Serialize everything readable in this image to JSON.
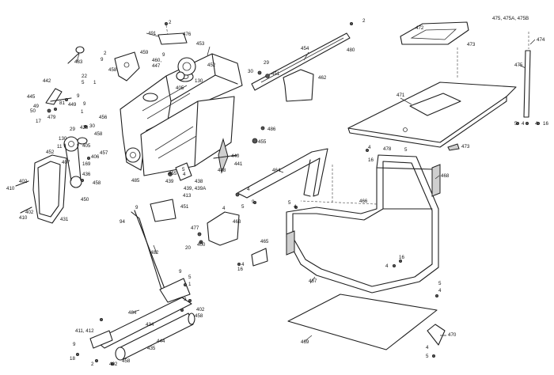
{
  "diagram": {
    "callouts": [
      {
        "id": "c1",
        "text": "2"
      },
      {
        "id": "c2",
        "text": "491"
      },
      {
        "id": "c3",
        "text": "476"
      },
      {
        "id": "c4",
        "text": "453"
      },
      {
        "id": "c5",
        "text": "2"
      },
      {
        "id": "c6",
        "text": "9"
      },
      {
        "id": "c7",
        "text": "459"
      },
      {
        "id": "c8",
        "text": "483"
      },
      {
        "id": "c9",
        "text": "9"
      },
      {
        "id": "c10",
        "text": "460,"
      },
      {
        "id": "c11",
        "text": "447"
      },
      {
        "id": "c12",
        "text": "458"
      },
      {
        "id": "c13",
        "text": "452"
      },
      {
        "id": "c14",
        "text": "130"
      },
      {
        "id": "c15",
        "text": "405"
      },
      {
        "id": "c16",
        "text": "22"
      },
      {
        "id": "c17",
        "text": "442"
      },
      {
        "id": "c18",
        "text": "5"
      },
      {
        "id": "c19",
        "text": "1"
      },
      {
        "id": "c20",
        "text": "445"
      },
      {
        "id": "c21",
        "text": "49"
      },
      {
        "id": "c22",
        "text": "9"
      },
      {
        "id": "c23",
        "text": "50"
      },
      {
        "id": "c24",
        "text": "81"
      },
      {
        "id": "c25",
        "text": "449"
      },
      {
        "id": "c26",
        "text": "9"
      },
      {
        "id": "c27",
        "text": "479"
      },
      {
        "id": "c28",
        "text": "1"
      },
      {
        "id": "c29",
        "text": "17"
      },
      {
        "id": "c30",
        "text": "456"
      },
      {
        "id": "c31",
        "text": "29"
      },
      {
        "id": "c32",
        "text": "30"
      },
      {
        "id": "c33",
        "text": "429"
      },
      {
        "id": "c34",
        "text": "458"
      },
      {
        "id": "c35",
        "text": "130"
      },
      {
        "id": "c36",
        "text": "11"
      },
      {
        "id": "c37",
        "text": "405"
      },
      {
        "id": "c38",
        "text": "452"
      },
      {
        "id": "c39",
        "text": "407"
      },
      {
        "id": "c40",
        "text": "457"
      },
      {
        "id": "c41",
        "text": "406"
      },
      {
        "id": "c42",
        "text": "169"
      },
      {
        "id": "c43",
        "text": "436"
      },
      {
        "id": "c44",
        "text": "458"
      },
      {
        "id": "c45",
        "text": "402"
      },
      {
        "id": "c46",
        "text": "410"
      },
      {
        "id": "c47",
        "text": "450"
      },
      {
        "id": "c48",
        "text": "402"
      },
      {
        "id": "c49",
        "text": "410"
      },
      {
        "id": "c50",
        "text": "431"
      },
      {
        "id": "c51",
        "text": "485"
      },
      {
        "id": "c52",
        "text": "455"
      },
      {
        "id": "c53",
        "text": "5"
      },
      {
        "id": "c54",
        "text": "439"
      },
      {
        "id": "c55",
        "text": "4"
      },
      {
        "id": "c56",
        "text": "438"
      },
      {
        "id": "c57",
        "text": "439, 439A"
      },
      {
        "id": "c58",
        "text": "413"
      },
      {
        "id": "c59",
        "text": "9"
      },
      {
        "id": "c60",
        "text": "451"
      },
      {
        "id": "c61",
        "text": "94"
      },
      {
        "id": "c62",
        "text": "454"
      },
      {
        "id": "c63",
        "text": "2"
      },
      {
        "id": "c64",
        "text": "480"
      },
      {
        "id": "c65",
        "text": "29"
      },
      {
        "id": "c66",
        "text": "30"
      },
      {
        "id": "c67",
        "text": "451"
      },
      {
        "id": "c68",
        "text": "462"
      },
      {
        "id": "c69",
        "text": "486"
      },
      {
        "id": "c70",
        "text": "455"
      },
      {
        "id": "c71",
        "text": "440"
      },
      {
        "id": "c72",
        "text": "441"
      },
      {
        "id": "c73",
        "text": "448"
      },
      {
        "id": "c74",
        "text": "464"
      },
      {
        "id": "c75",
        "text": "4"
      },
      {
        "id": "c76",
        "text": "9"
      },
      {
        "id": "c77",
        "text": "5"
      },
      {
        "id": "c78",
        "text": "472"
      },
      {
        "id": "c79",
        "text": "475, 475A, 475B"
      },
      {
        "id": "c80",
        "text": "474"
      },
      {
        "id": "c81",
        "text": "473"
      },
      {
        "id": "c82",
        "text": "475"
      },
      {
        "id": "c83",
        "text": "471"
      },
      {
        "id": "c84",
        "text": "5"
      },
      {
        "id": "c85",
        "text": "4"
      },
      {
        "id": "c86",
        "text": "4"
      },
      {
        "id": "c87",
        "text": "16"
      },
      {
        "id": "c88",
        "text": "473"
      },
      {
        "id": "c89",
        "text": "4"
      },
      {
        "id": "c90",
        "text": "478"
      },
      {
        "id": "c91",
        "text": "5"
      },
      {
        "id": "c92",
        "text": "16"
      },
      {
        "id": "c93",
        "text": "468"
      },
      {
        "id": "c94",
        "text": "466"
      },
      {
        "id": "c95",
        "text": "5"
      },
      {
        "id": "c96",
        "text": "4"
      },
      {
        "id": "c97",
        "text": "477"
      },
      {
        "id": "c98",
        "text": "4"
      },
      {
        "id": "c99",
        "text": "463"
      },
      {
        "id": "c100",
        "text": "20"
      },
      {
        "id": "c101",
        "text": "400"
      },
      {
        "id": "c102",
        "text": "465"
      },
      {
        "id": "c103",
        "text": "16"
      },
      {
        "id": "c104",
        "text": "4"
      },
      {
        "id": "c105",
        "text": "482"
      },
      {
        "id": "c106",
        "text": "9"
      },
      {
        "id": "c107",
        "text": "5"
      },
      {
        "id": "c108",
        "text": "1"
      },
      {
        "id": "c109",
        "text": "9"
      },
      {
        "id": "c110",
        "text": "402"
      },
      {
        "id": "c111",
        "text": "458"
      },
      {
        "id": "c112",
        "text": "484"
      },
      {
        "id": "c113",
        "text": "411, 412"
      },
      {
        "id": "c114",
        "text": "434"
      },
      {
        "id": "c115",
        "text": "444"
      },
      {
        "id": "c116",
        "text": "435"
      },
      {
        "id": "c117",
        "text": "9"
      },
      {
        "id": "c118",
        "text": "18"
      },
      {
        "id": "c119",
        "text": "2"
      },
      {
        "id": "c120",
        "text": "402"
      },
      {
        "id": "c121",
        "text": "458"
      },
      {
        "id": "c122",
        "text": "467"
      },
      {
        "id": "c123",
        "text": "16"
      },
      {
        "id": "c124",
        "text": "4"
      },
      {
        "id": "c125",
        "text": "5"
      },
      {
        "id": "c126",
        "text": "4"
      },
      {
        "id": "c127",
        "text": "469"
      },
      {
        "id": "c128",
        "text": "470"
      },
      {
        "id": "c129",
        "text": "4"
      },
      {
        "id": "c130",
        "text": "5"
      },
      {
        "id": "c131",
        "text": "2"
      },
      {
        "id": "c132",
        "text": "9"
      }
    ]
  }
}
